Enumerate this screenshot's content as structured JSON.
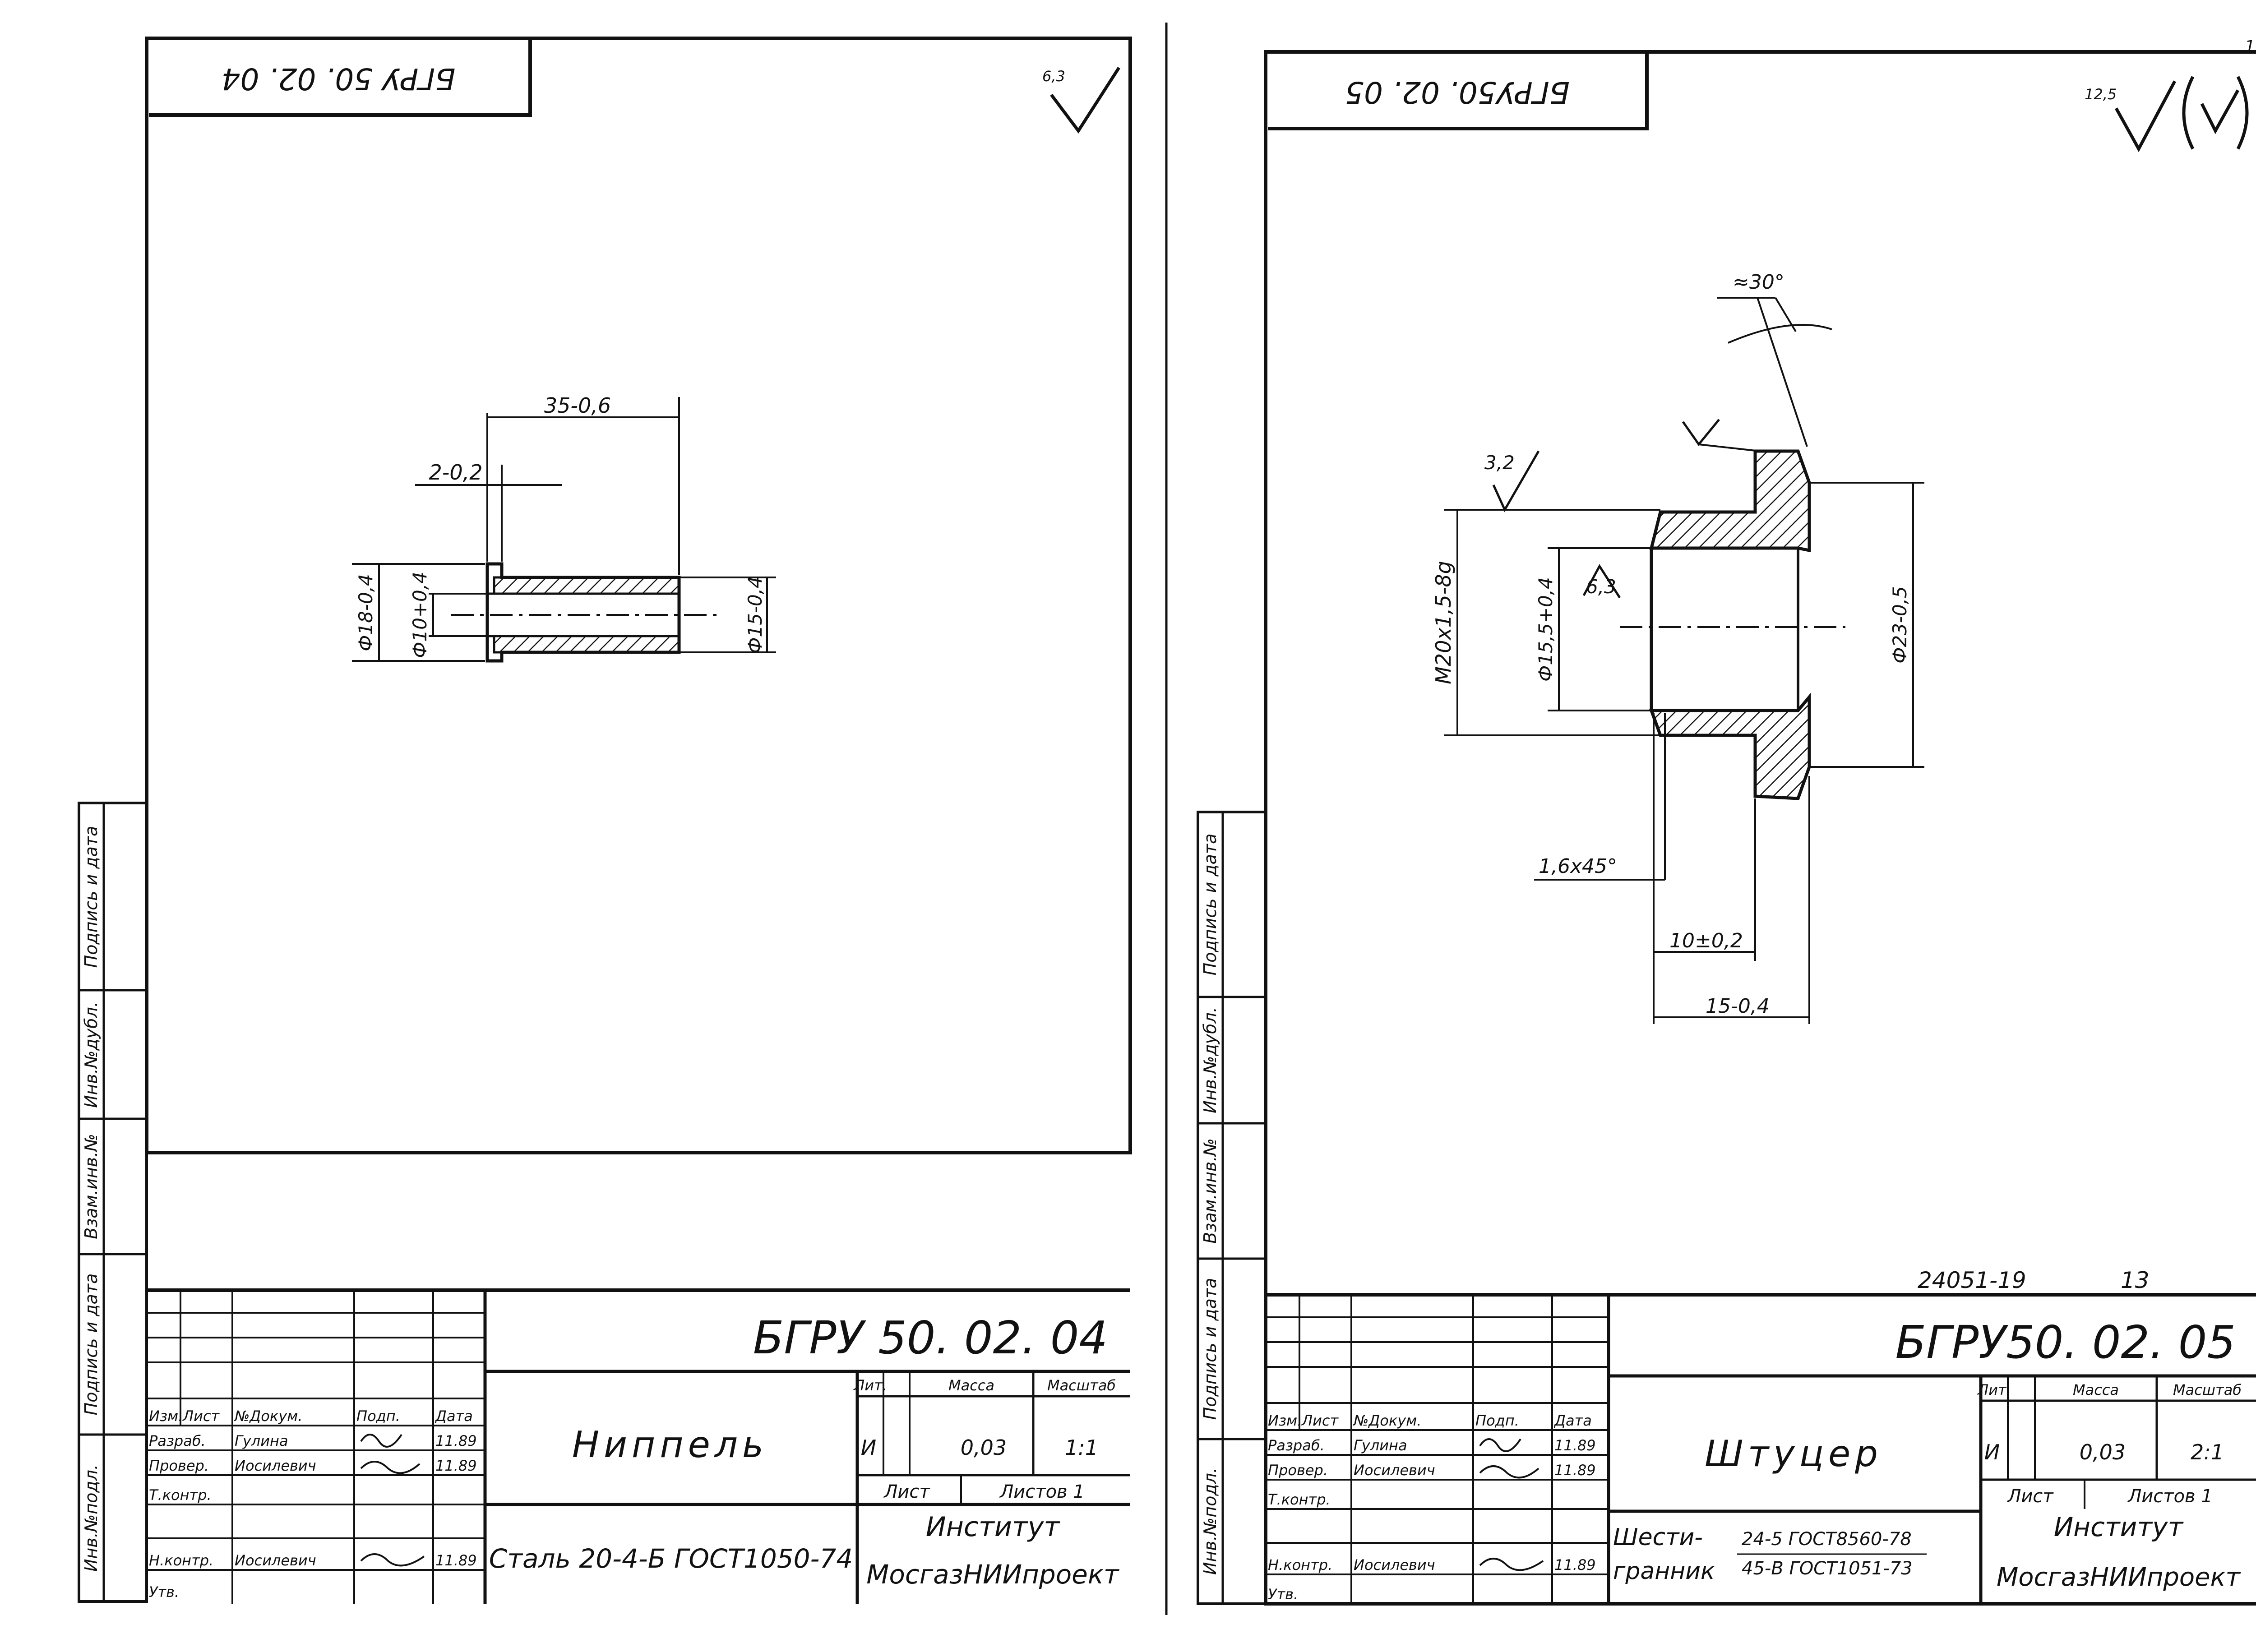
{
  "page_number": "13",
  "left": {
    "code_stamp": "БГРУ 50. 02. 04",
    "roughness_corner": "6,3",
    "dims": {
      "length": "35-0,6",
      "flange": "2-0,2",
      "d_flange": "Ф18-0,4",
      "d_bore": "Ф10+0,4",
      "d_body": "Ф15-0,4"
    },
    "title_block": {
      "code": "БГРУ 50. 02. 04",
      "name": "Ниппель",
      "material": "Сталь 20-4-Б ГОСТ1050-74",
      "head_izm": "Изм.",
      "head_list": "Лист",
      "head_ndok": "№Докум.",
      "head_podp": "Подп.",
      "head_data": "Дата",
      "role_razrab": "Разраб.",
      "role_prover": "Провер.",
      "role_tkontr": "Т.контр.",
      "role_nkontr": "Н.контр.",
      "role_utv": "Утв.",
      "name_razrab": "Гулина",
      "name_prover": "Иосилевич",
      "name_nkontr": "Иосилевич",
      "date_razrab": "11.89",
      "date_prover": "11.89",
      "date_nkontr": "11.89",
      "lit_head": "Лит.",
      "mass_head": "Масса",
      "scale_head": "Масштаб",
      "lit": "И",
      "mass": "0,03",
      "scale": "1:1",
      "sheet": "Лист",
      "sheets": "Листов 1",
      "org_line1": "Институт",
      "org_line2": "МосгазНИИпроект"
    }
  },
  "right": {
    "code_stamp": "БГРУ50. 02. 05",
    "roughness_corner": "12,5",
    "dims": {
      "angle": "≈30°",
      "rough1": "3,2",
      "rough2": "6,3",
      "thread": "M20x1,5-8g",
      "d_bore": "Ф15,5+0,4",
      "d_hex": "Ф23-0,5",
      "chamfer": "1,6x45°",
      "len1": "10±0,2",
      "len2": "15-0,4"
    },
    "archive_number": "24051-19",
    "archive_page": "13",
    "title_block": {
      "code": "БГРУ50. 02. 05",
      "name": "Штуцер",
      "material_1": "Шести-",
      "material_2": "гранник",
      "material_3": "24-5 ГОСТ8560-78",
      "material_4": "45-В ГОСТ1051-73",
      "head_izm": "Изм.",
      "head_list": "Лист",
      "head_ndok": "№Докум.",
      "head_podp": "Подп.",
      "head_data": "Дата",
      "role_razrab": "Разраб.",
      "role_prover": "Провер.",
      "role_tkontr": "Т.контр.",
      "role_nkontr": "Н.контр.",
      "role_utv": "Утв.",
      "name_razrab": "Гулина",
      "name_prover": "Иосилевич",
      "name_nkontr": "Иосилевич",
      "date_razrab": "11.89",
      "date_prover": "11.89",
      "date_nkontr": "11.89",
      "lit_head": "Лит.",
      "mass_head": "Масса",
      "scale_head": "Масштаб",
      "lit": "И",
      "mass": "0,03",
      "scale": "2:1",
      "sheet": "Лист",
      "sheets": "Листов 1",
      "org_line1": "Институт",
      "org_line2": "МосгазНИИпроект"
    }
  },
  "side_stamp": {
    "inv_podl": "Инв.№подл.",
    "podp_data": "Подпись и дата",
    "vzam": "Взам.инв.№",
    "inv_dubl": "Инв.№дубл.",
    "podp_data2": "Подпись и дата"
  }
}
